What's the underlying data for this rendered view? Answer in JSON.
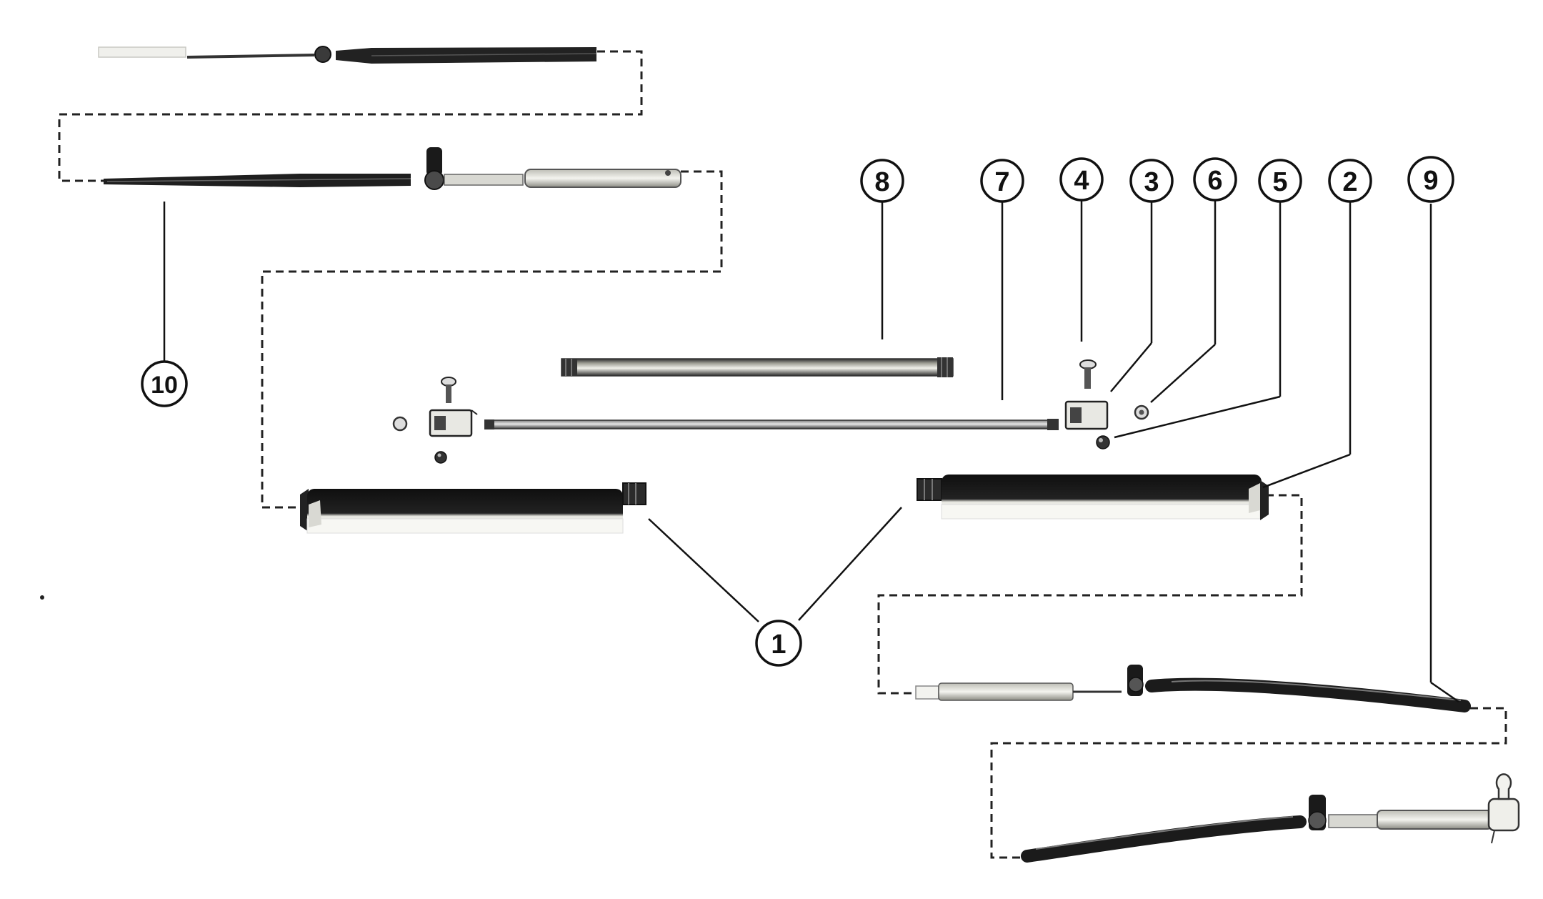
{
  "diagram": {
    "callouts": [
      {
        "id": "8",
        "label": "8"
      },
      {
        "id": "7",
        "label": "7"
      },
      {
        "id": "4",
        "label": "4"
      },
      {
        "id": "3",
        "label": "3"
      },
      {
        "id": "6",
        "label": "6"
      },
      {
        "id": "5",
        "label": "5"
      },
      {
        "id": "2",
        "label": "2"
      },
      {
        "id": "9",
        "label": "9"
      },
      {
        "id": "10",
        "label": "10"
      },
      {
        "id": "1",
        "label": "1"
      }
    ],
    "colors": {
      "ink": "#111111",
      "cylinder_body": "#1a1a1a",
      "cylinder_highlight": "#f2f2ee",
      "metal_light": "#e4e4de",
      "metal_dark": "#4a4a4a",
      "cable_dark": "#1c1c1c"
    }
  }
}
